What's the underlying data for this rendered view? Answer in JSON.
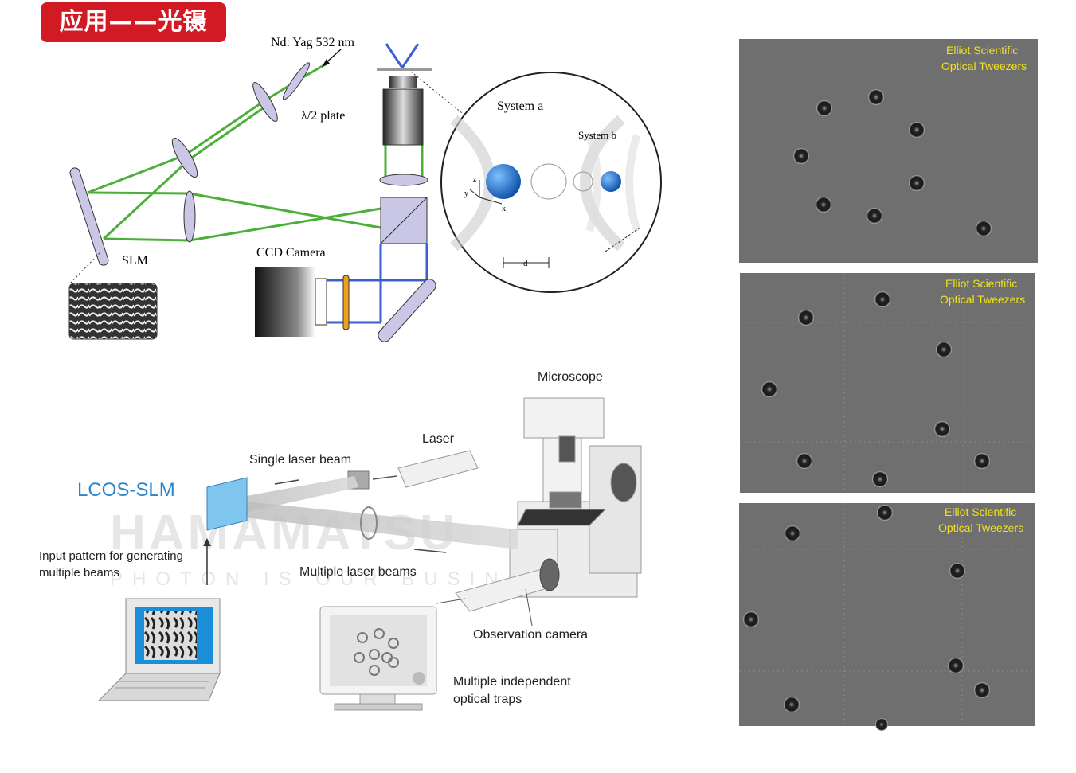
{
  "title": "应用——光镊",
  "top_diagram": {
    "laser_label": "Nd: Yag 532 nm",
    "half_wave_plate_label": "λ/2 plate",
    "slm_label": "SLM",
    "ccd_label": "CCD Camera",
    "inset": {
      "system_a_label": "System a",
      "system_b_label": "System b",
      "axis_x": "x",
      "axis_y": "y",
      "axis_z": "z",
      "d_label": "d"
    },
    "colors": {
      "beam": "#4caf3a",
      "blue_beam": "#3a5fd0",
      "optic": "#c9c6e6",
      "sphere": "#1e73d2",
      "filter": "#f0a020"
    }
  },
  "bottom_diagram": {
    "lcos_label": "LCOS-SLM",
    "input_pattern_label_line1": "Input pattern for generating",
    "input_pattern_label_line2": "multiple beams",
    "single_beam_label": "Single laser beam",
    "laser_label": "Laser",
    "microscope_label": "Microscope",
    "multiple_beams_label": "Multiple laser beams",
    "observation_camera_label": "Observation camera",
    "traps_label_line1": "Multiple independent",
    "traps_label_line2": "optical traps",
    "watermark_main": "HAMAMATSU",
    "watermark_sub": "PHOTON IS OUR BUSINESS",
    "colors": {
      "lcos": "#2b86c8"
    }
  },
  "micrograph_panels": [
    {
      "label_line1": "Elliot Scientific",
      "label_line2": "Optical Tweezers"
    },
    {
      "label_line1": "Elliot Scientific",
      "label_line2": "Optical Tweezers"
    },
    {
      "label_line1": "Elliot Scientific",
      "label_line2": "Optical Tweezers"
    }
  ],
  "panel_colors": {
    "background": "#6f6f6f",
    "label": "#f2e21c"
  }
}
